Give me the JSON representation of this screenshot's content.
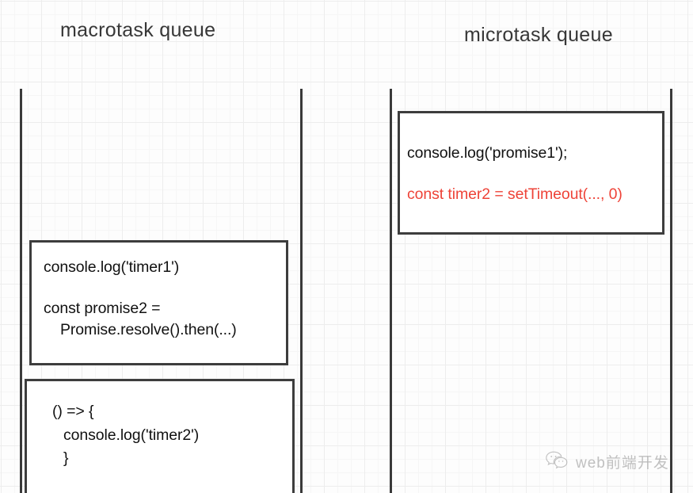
{
  "diagram": {
    "columns": [
      {
        "id": "macrotask",
        "title": "macrotask queue",
        "items": [
          {
            "id": "timer1",
            "lines": [
              {
                "text": "console.log('timer1')",
                "color": "black"
              },
              {
                "text": "const promise2 =",
                "color": "black"
              },
              {
                "text": "Promise.resolve().then(...)",
                "color": "black"
              }
            ]
          },
          {
            "id": "timer2-callback",
            "lines": [
              {
                "text": "() => {",
                "color": "black"
              },
              {
                "text": "console.log('timer2')",
                "color": "black"
              },
              {
                "text": "}",
                "color": "black"
              }
            ]
          }
        ]
      },
      {
        "id": "microtask",
        "title": "microtask queue",
        "items": [
          {
            "id": "promise1",
            "lines": [
              {
                "text": "console.log('promise1');",
                "color": "black"
              },
              {
                "text": "const timer2 = setTimeout(..., 0)",
                "color": "red"
              }
            ]
          }
        ]
      }
    ]
  },
  "watermark": {
    "icon": "wechat-icon",
    "text": "web前端开发"
  },
  "colors": {
    "box_border": "#3d3d3d",
    "rail": "#3a3a3a",
    "title_text": "#373737",
    "code_text": "#111111",
    "code_text_red": "#ee4338",
    "grid_minor": "#f6f6f6",
    "grid_major": "#ededed",
    "background": "#fdfdfd"
  }
}
